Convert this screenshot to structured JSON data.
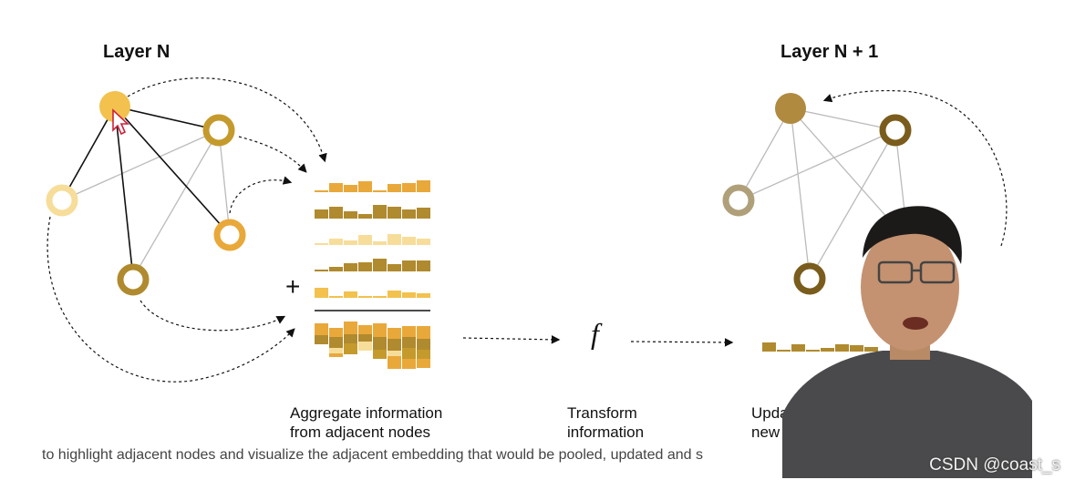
{
  "left_panel": {
    "title": "Layer N"
  },
  "right_panel": {
    "title": "Layer N + 1"
  },
  "operators": {
    "plus": "+",
    "transform": "f"
  },
  "captions": {
    "aggregate_line1": "Aggregate information",
    "aggregate_line2": "from adjacent nodes",
    "transform_line1": "Transform",
    "transform_line2": "information",
    "update_line1": "Update",
    "update_line2": "new i"
  },
  "subtitle": "to highlight adjacent nodes and visualize the adjacent embedding that would be pooled, updated and s",
  "watermark": "CSDN @coast_s",
  "colors": {
    "gold": "#f2c14e",
    "dark_gold": "#b08a2e",
    "mustard": "#c59a2c",
    "orange_gold": "#e9a83a",
    "pale": "#f7dd9a",
    "brown": "#8b6a24",
    "olive_gray": "#b0a07a",
    "dark_brown": "#7a5c1c"
  },
  "icons": {
    "cursor": "mouse-pointer-icon"
  }
}
